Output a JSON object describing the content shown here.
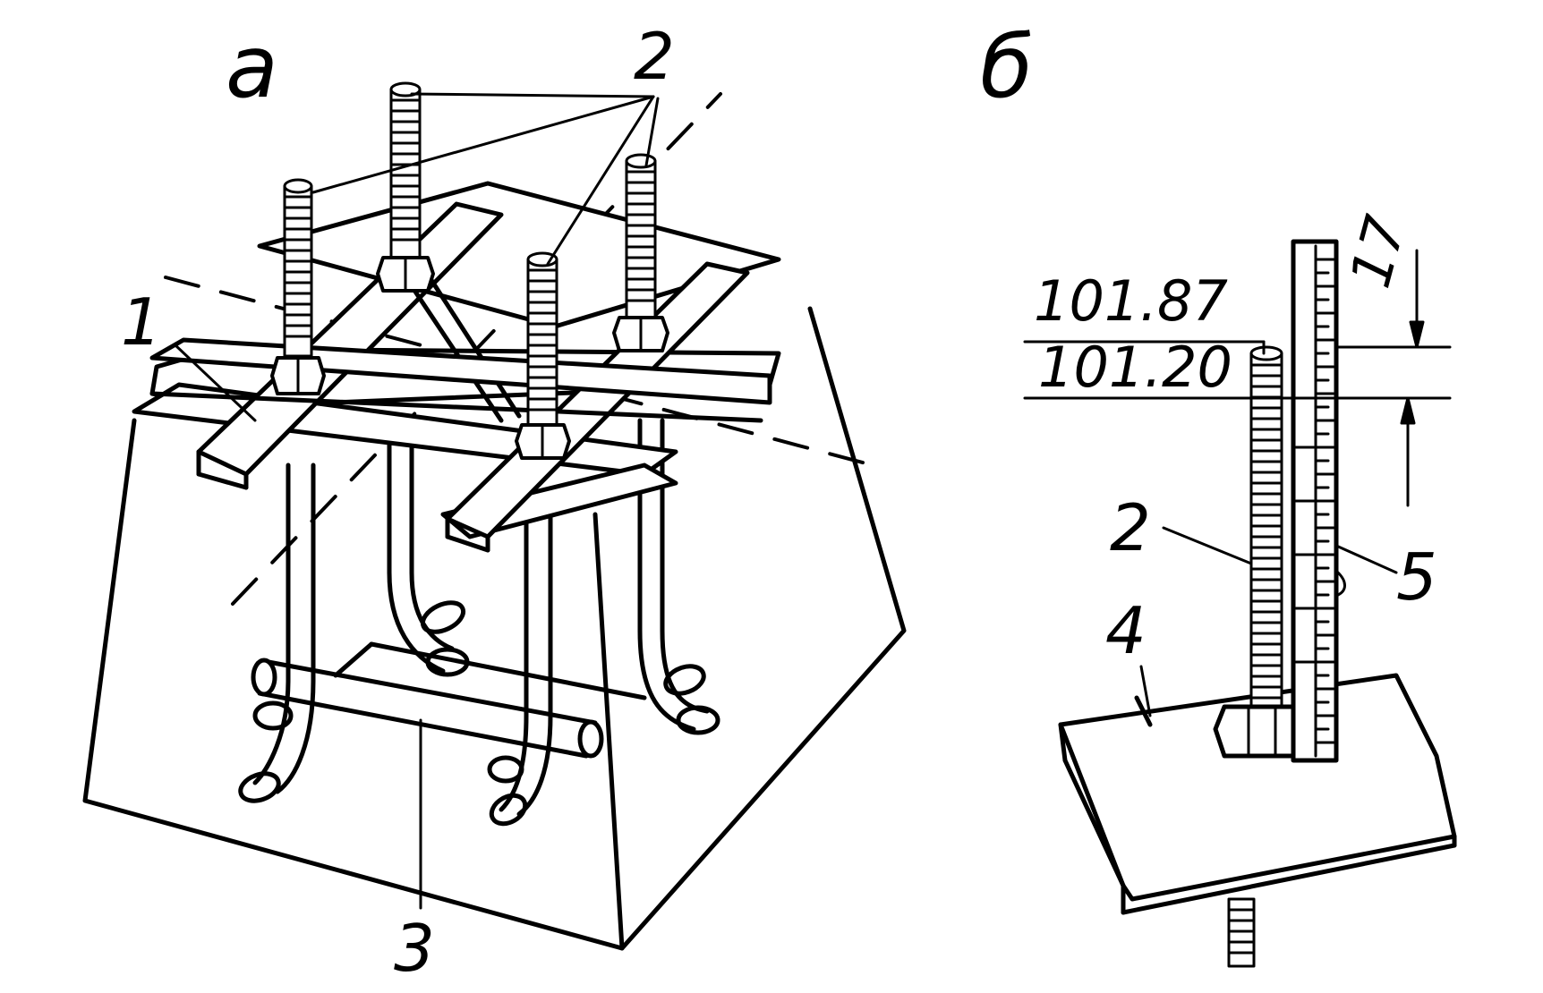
{
  "panels": {
    "a": {
      "letter": "а"
    },
    "b": {
      "letter": "б"
    }
  },
  "callouts": {
    "c1": "1",
    "c2a": "2",
    "c3": "3",
    "c2b": "2",
    "c4": "4",
    "c5": "5"
  },
  "elevations": {
    "upper": "101.87",
    "lower": "101.20"
  },
  "dimension": {
    "value": "17"
  }
}
